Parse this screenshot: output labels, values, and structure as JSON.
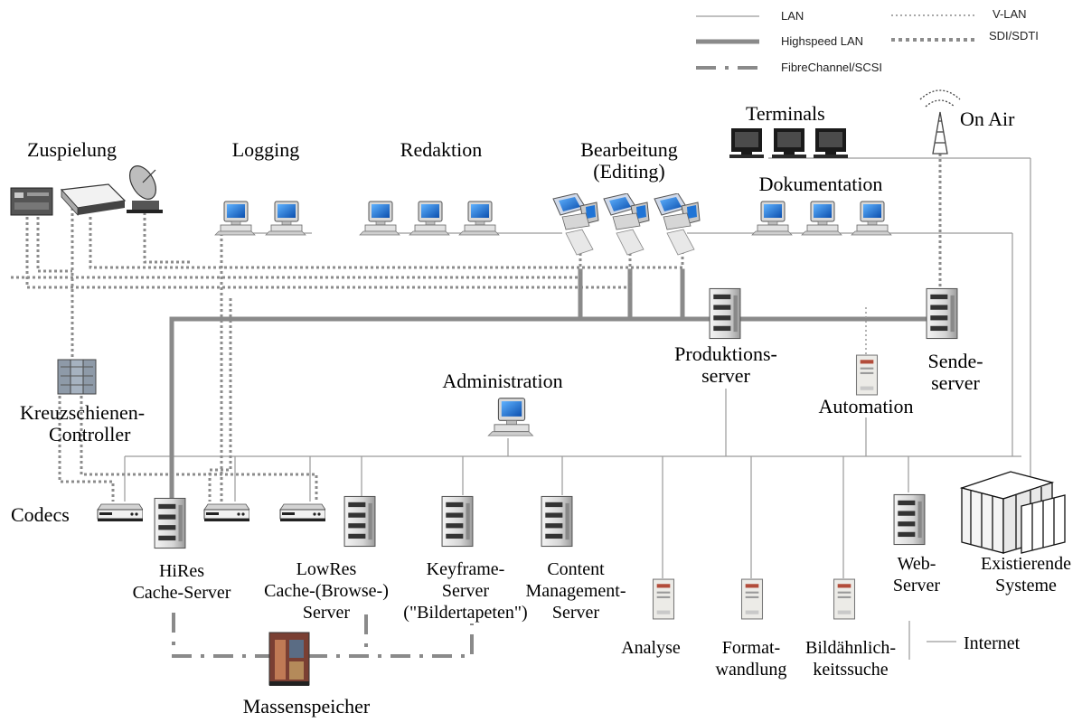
{
  "legend": {
    "lan": "LAN",
    "vlan": "V-LAN",
    "highspeed": "Highspeed LAN",
    "sdi": "SDI/SDTI",
    "fibre": "FibreChannel/SCSI"
  },
  "labels": {
    "zuspielung": "Zuspielung",
    "logging": "Logging",
    "redaktion": "Redaktion",
    "bearbeitung_1": "Bearbeitung",
    "bearbeitung_2": "(Editing)",
    "terminals": "Terminals",
    "on_air": "On Air",
    "dokumentation": "Dokumentation",
    "kreuz_1": "Kreuzschienen-",
    "kreuz_2": "Controller",
    "administration": "Administration",
    "produktion_1": "Produktions-",
    "produktion_2": "server",
    "sende_1": "Sende-",
    "sende_2": "server",
    "automation": "Automation",
    "codecs": "Codecs",
    "hires_1": "HiRes",
    "hires_2": "Cache-Server",
    "lowres_1": "LowRes",
    "lowres_2": "Cache-(Browse-)",
    "lowres_3": "Server",
    "keyframe_1": "Keyframe-",
    "keyframe_2": "Server",
    "keyframe_3": "(\"Bildertapeten\")",
    "cms_1": "Content",
    "cms_2": "Management-",
    "cms_3": "Server",
    "analyse": "Analyse",
    "format_1": "Format-",
    "format_2": "wandlung",
    "bild_1": "Bildähnlich-",
    "bild_2": "keitssuche",
    "web_1": "Web-",
    "web_2": "Server",
    "exist_1": "Existierende",
    "exist_2": "Systeme",
    "internet": "Internet",
    "massen": "Massenspeicher"
  },
  "colors": {
    "lan": "#9a9a9a",
    "highspeed": "#8a8a8a",
    "dotted": "#8c8c8c",
    "fibre": "#8a8a8a",
    "screen": "#1f74d6",
    "device": "#d9d9d9"
  },
  "icons": {
    "workstation": "pc-icon",
    "terminal": "terminal-icon",
    "server": "server-tower-icon",
    "codec": "codec-box-icon",
    "antenna": "antenna-tower-icon",
    "dish": "satellite-dish-icon",
    "crossbar": "crossbar-controller-icon",
    "storage": "mass-storage-icon",
    "mainframe": "mainframe-icon",
    "edit_station": "editing-station-icon"
  }
}
